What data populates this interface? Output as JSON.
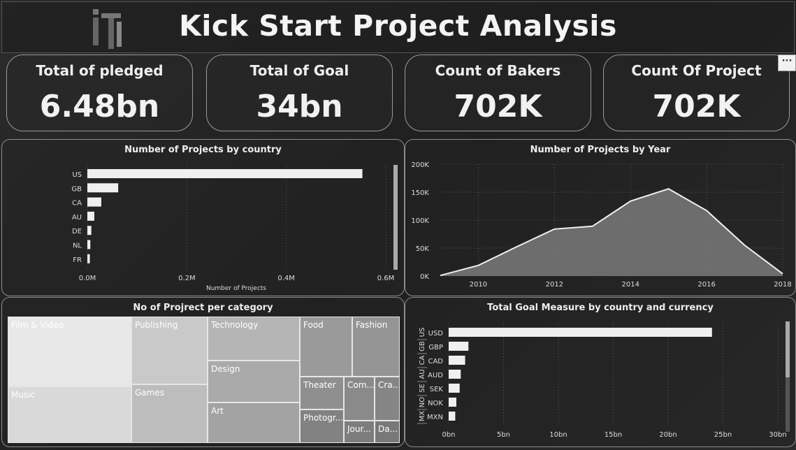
{
  "header": {
    "title": "Kick Start Project Analysis",
    "more_label": "···"
  },
  "kpis": [
    {
      "label": "Total of pledged",
      "value": "6.48bn"
    },
    {
      "label": "Total of Goal",
      "value": "34bn"
    },
    {
      "label": "Count of Bakers",
      "value": "702K"
    },
    {
      "label": "Count Of Project",
      "value": "702K"
    }
  ],
  "country_chart": {
    "title": "Number of Projects by country",
    "x_label": "Number of Projects",
    "ticks": [
      "0.0M",
      "0.2M",
      "0.4M",
      "0.6M"
    ],
    "chart_data": {
      "type": "bar",
      "orientation": "horizontal",
      "categories": [
        "US",
        "GB",
        "CA",
        "AU",
        "DE",
        "NL",
        "FR"
      ],
      "values": [
        0.553,
        0.062,
        0.028,
        0.014,
        0.008,
        0.006,
        0.005
      ],
      "unit": "M",
      "xlim": [
        0,
        0.6
      ]
    }
  },
  "year_chart": {
    "title": "Number of Projects by Year",
    "y_ticks": [
      "200K",
      "150K",
      "100K",
      "50K",
      "0K"
    ],
    "x_ticks": [
      "2010",
      "2012",
      "2014",
      "2016",
      "2018"
    ],
    "chart_data": {
      "type": "area",
      "x": [
        2009,
        2010,
        2011,
        2012,
        2013,
        2014,
        2015,
        2016,
        2017,
        2018
      ],
      "y": [
        1000,
        19000,
        52000,
        84000,
        89000,
        134000,
        156000,
        117000,
        55000,
        4000
      ],
      "xlim": [
        2009,
        2018
      ],
      "ylim": [
        0,
        200000
      ]
    }
  },
  "category_chart": {
    "title": "No of Projrect per category",
    "cells": [
      {
        "label": "Film & Video"
      },
      {
        "label": "Music"
      },
      {
        "label": "Publishing"
      },
      {
        "label": "Games"
      },
      {
        "label": "Technology"
      },
      {
        "label": "Design"
      },
      {
        "label": "Art"
      },
      {
        "label": "Food"
      },
      {
        "label": "Fashion"
      },
      {
        "label": "Theater"
      },
      {
        "label": "Com..."
      },
      {
        "label": "Cra..."
      },
      {
        "label": "Photogr..."
      },
      {
        "label": "Jour..."
      },
      {
        "label": "Da..."
      }
    ]
  },
  "goal_chart": {
    "title": "Total Goal Measure by country and currency",
    "ticks": [
      "0bn",
      "5bn",
      "10bn",
      "15bn",
      "20bn",
      "25bn",
      "30bn"
    ],
    "country_labels": [
      "US",
      "GB",
      "CA",
      "AU",
      "SE",
      "NO",
      "MX"
    ],
    "chart_data": {
      "type": "bar",
      "orientation": "horizontal",
      "categories": [
        "USD",
        "GBP",
        "CAD",
        "AUD",
        "SEK",
        "NOK",
        "MXN"
      ],
      "values": [
        24.0,
        1.8,
        1.5,
        1.1,
        1.0,
        0.7,
        0.6
      ],
      "unit": "bn",
      "xlim": [
        0,
        30
      ]
    }
  }
}
